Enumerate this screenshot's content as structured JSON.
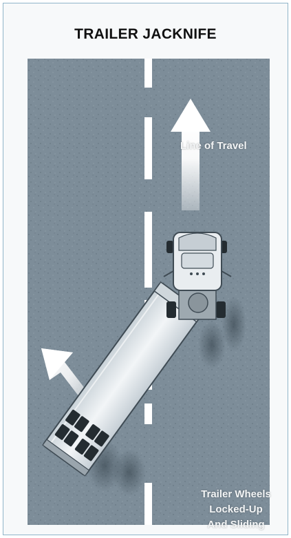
{
  "title": "TRAILER JACKNIFE",
  "labels": {
    "line_of_travel": "Line of Travel",
    "trailer_wheels": [
      "Trailer Wheels",
      "Locked-Up",
      "And Sliding"
    ]
  },
  "colors": {
    "road": "#7d8d99",
    "lane_marking": "#ffffff",
    "label_text": "#f3f5f6",
    "frame_border": "#8fb4c9",
    "title_text": "#111111"
  },
  "icons": [
    "up-arrow-icon",
    "up-left-arrow-icon",
    "tractor-cab",
    "trailer"
  ]
}
